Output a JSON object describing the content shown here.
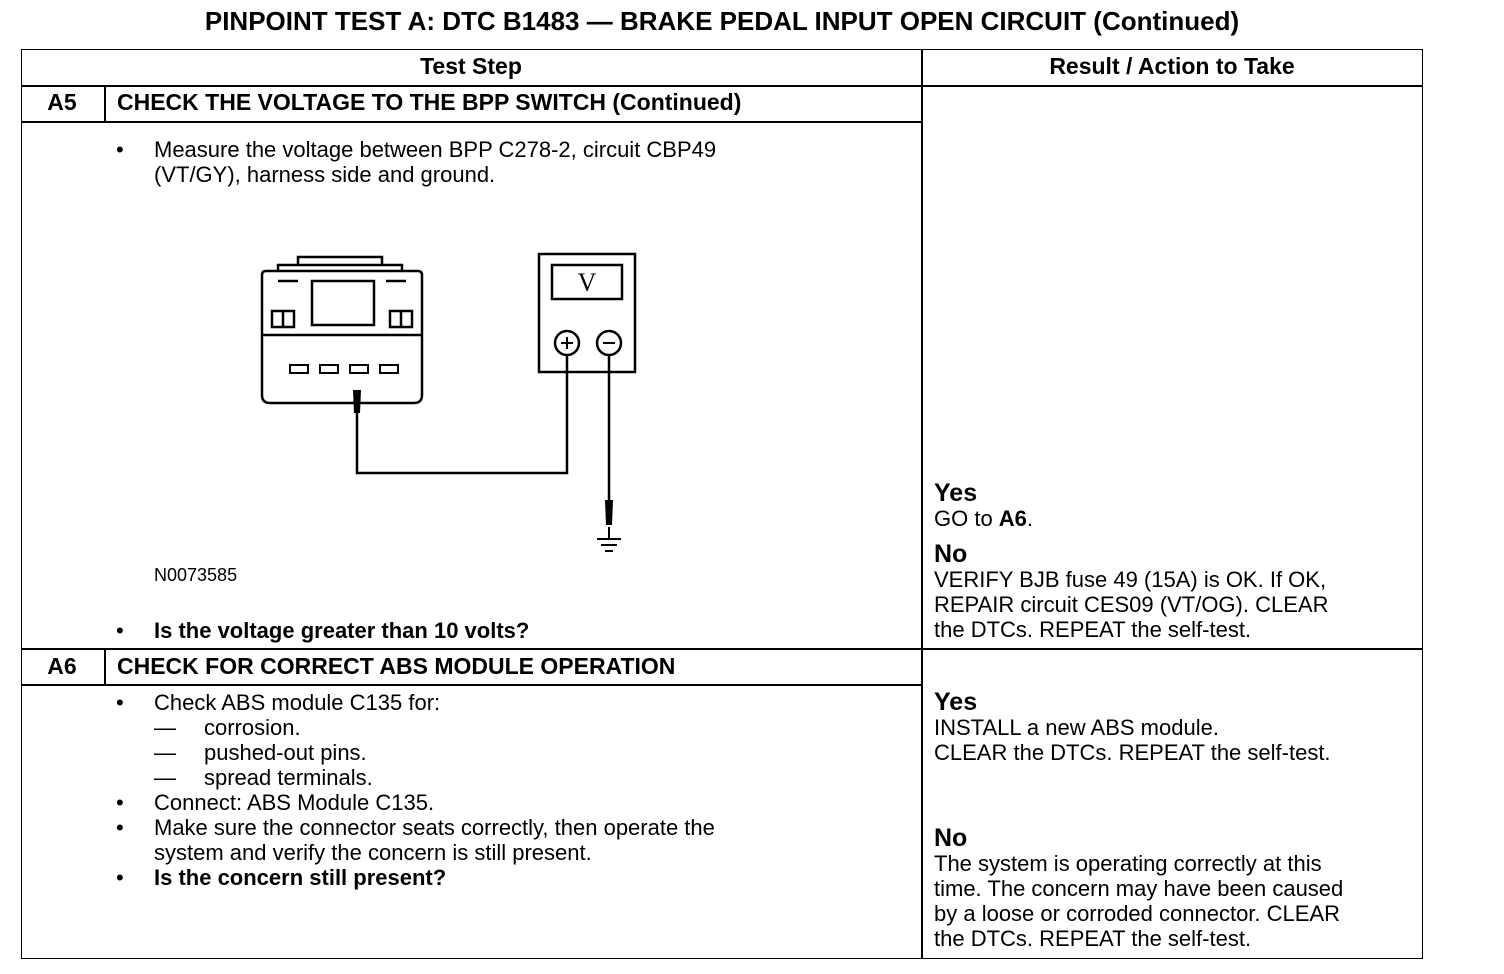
{
  "title": "PINPOINT TEST  A: DTC B1483 — BRAKE PEDAL INPUT OPEN CIRCUIT (Continued)",
  "header": {
    "col1": "Test Step",
    "col2": "Result / Action to Take"
  },
  "a5": {
    "id": "A5",
    "title": "CHECK THE VOLTAGE TO THE BPP SWITCH (Continued)",
    "step1_line1": "Measure the voltage between BPP C278-2, circuit CBP49",
    "step1_line2": "(VT/GY), harness side and ground.",
    "figure_id": "N0073585",
    "meter_label": "V",
    "question": "Is the voltage greater than 10 volts?",
    "yes_label": "Yes",
    "yes_pre": "GO to ",
    "yes_target": "A6",
    "yes_post": ".",
    "no_label": "No",
    "no_line1": "VERIFY BJB fuse 49 (15A) is OK. If OK,",
    "no_line2": "REPAIR circuit CES09 (VT/OG). CLEAR",
    "no_line3": "the DTCs. REPEAT the self-test."
  },
  "a6": {
    "id": "A6",
    "title": "CHECK FOR CORRECT ABS MODULE OPERATION",
    "b1": "Check ABS module C135 for:",
    "d1": "corrosion.",
    "d2": "pushed-out pins.",
    "d3": "spread terminals.",
    "b2": "Connect: ABS Module C135.",
    "b3_line1": "Make sure the connector seats correctly, then operate the",
    "b3_line2": "system and verify the concern is still present.",
    "question": "Is the concern still present?",
    "yes_label": "Yes",
    "yes_line1": "INSTALL a new ABS module.",
    "yes_line2": "CLEAR the DTCs. REPEAT the self-test.",
    "no_label": "No",
    "no_line1": "The system is operating correctly at this",
    "no_line2": "time. The concern may have been caused",
    "no_line3": "by a loose or corroded connector. CLEAR",
    "no_line4": "the DTCs. REPEAT the self-test."
  },
  "glyphs": {
    "bullet": "•",
    "dash": "—"
  }
}
